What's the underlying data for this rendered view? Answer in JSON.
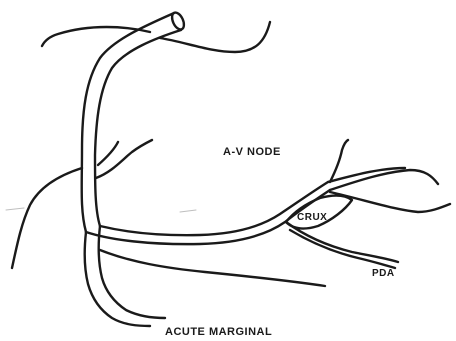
{
  "labels": {
    "av_node": "A-V NODE",
    "crux": "CRUX",
    "pda": "PDA",
    "acute_marginal": "ACUTE MARGINAL"
  },
  "colors": {
    "stroke": "#1a1a1a",
    "background": "#ffffff"
  }
}
